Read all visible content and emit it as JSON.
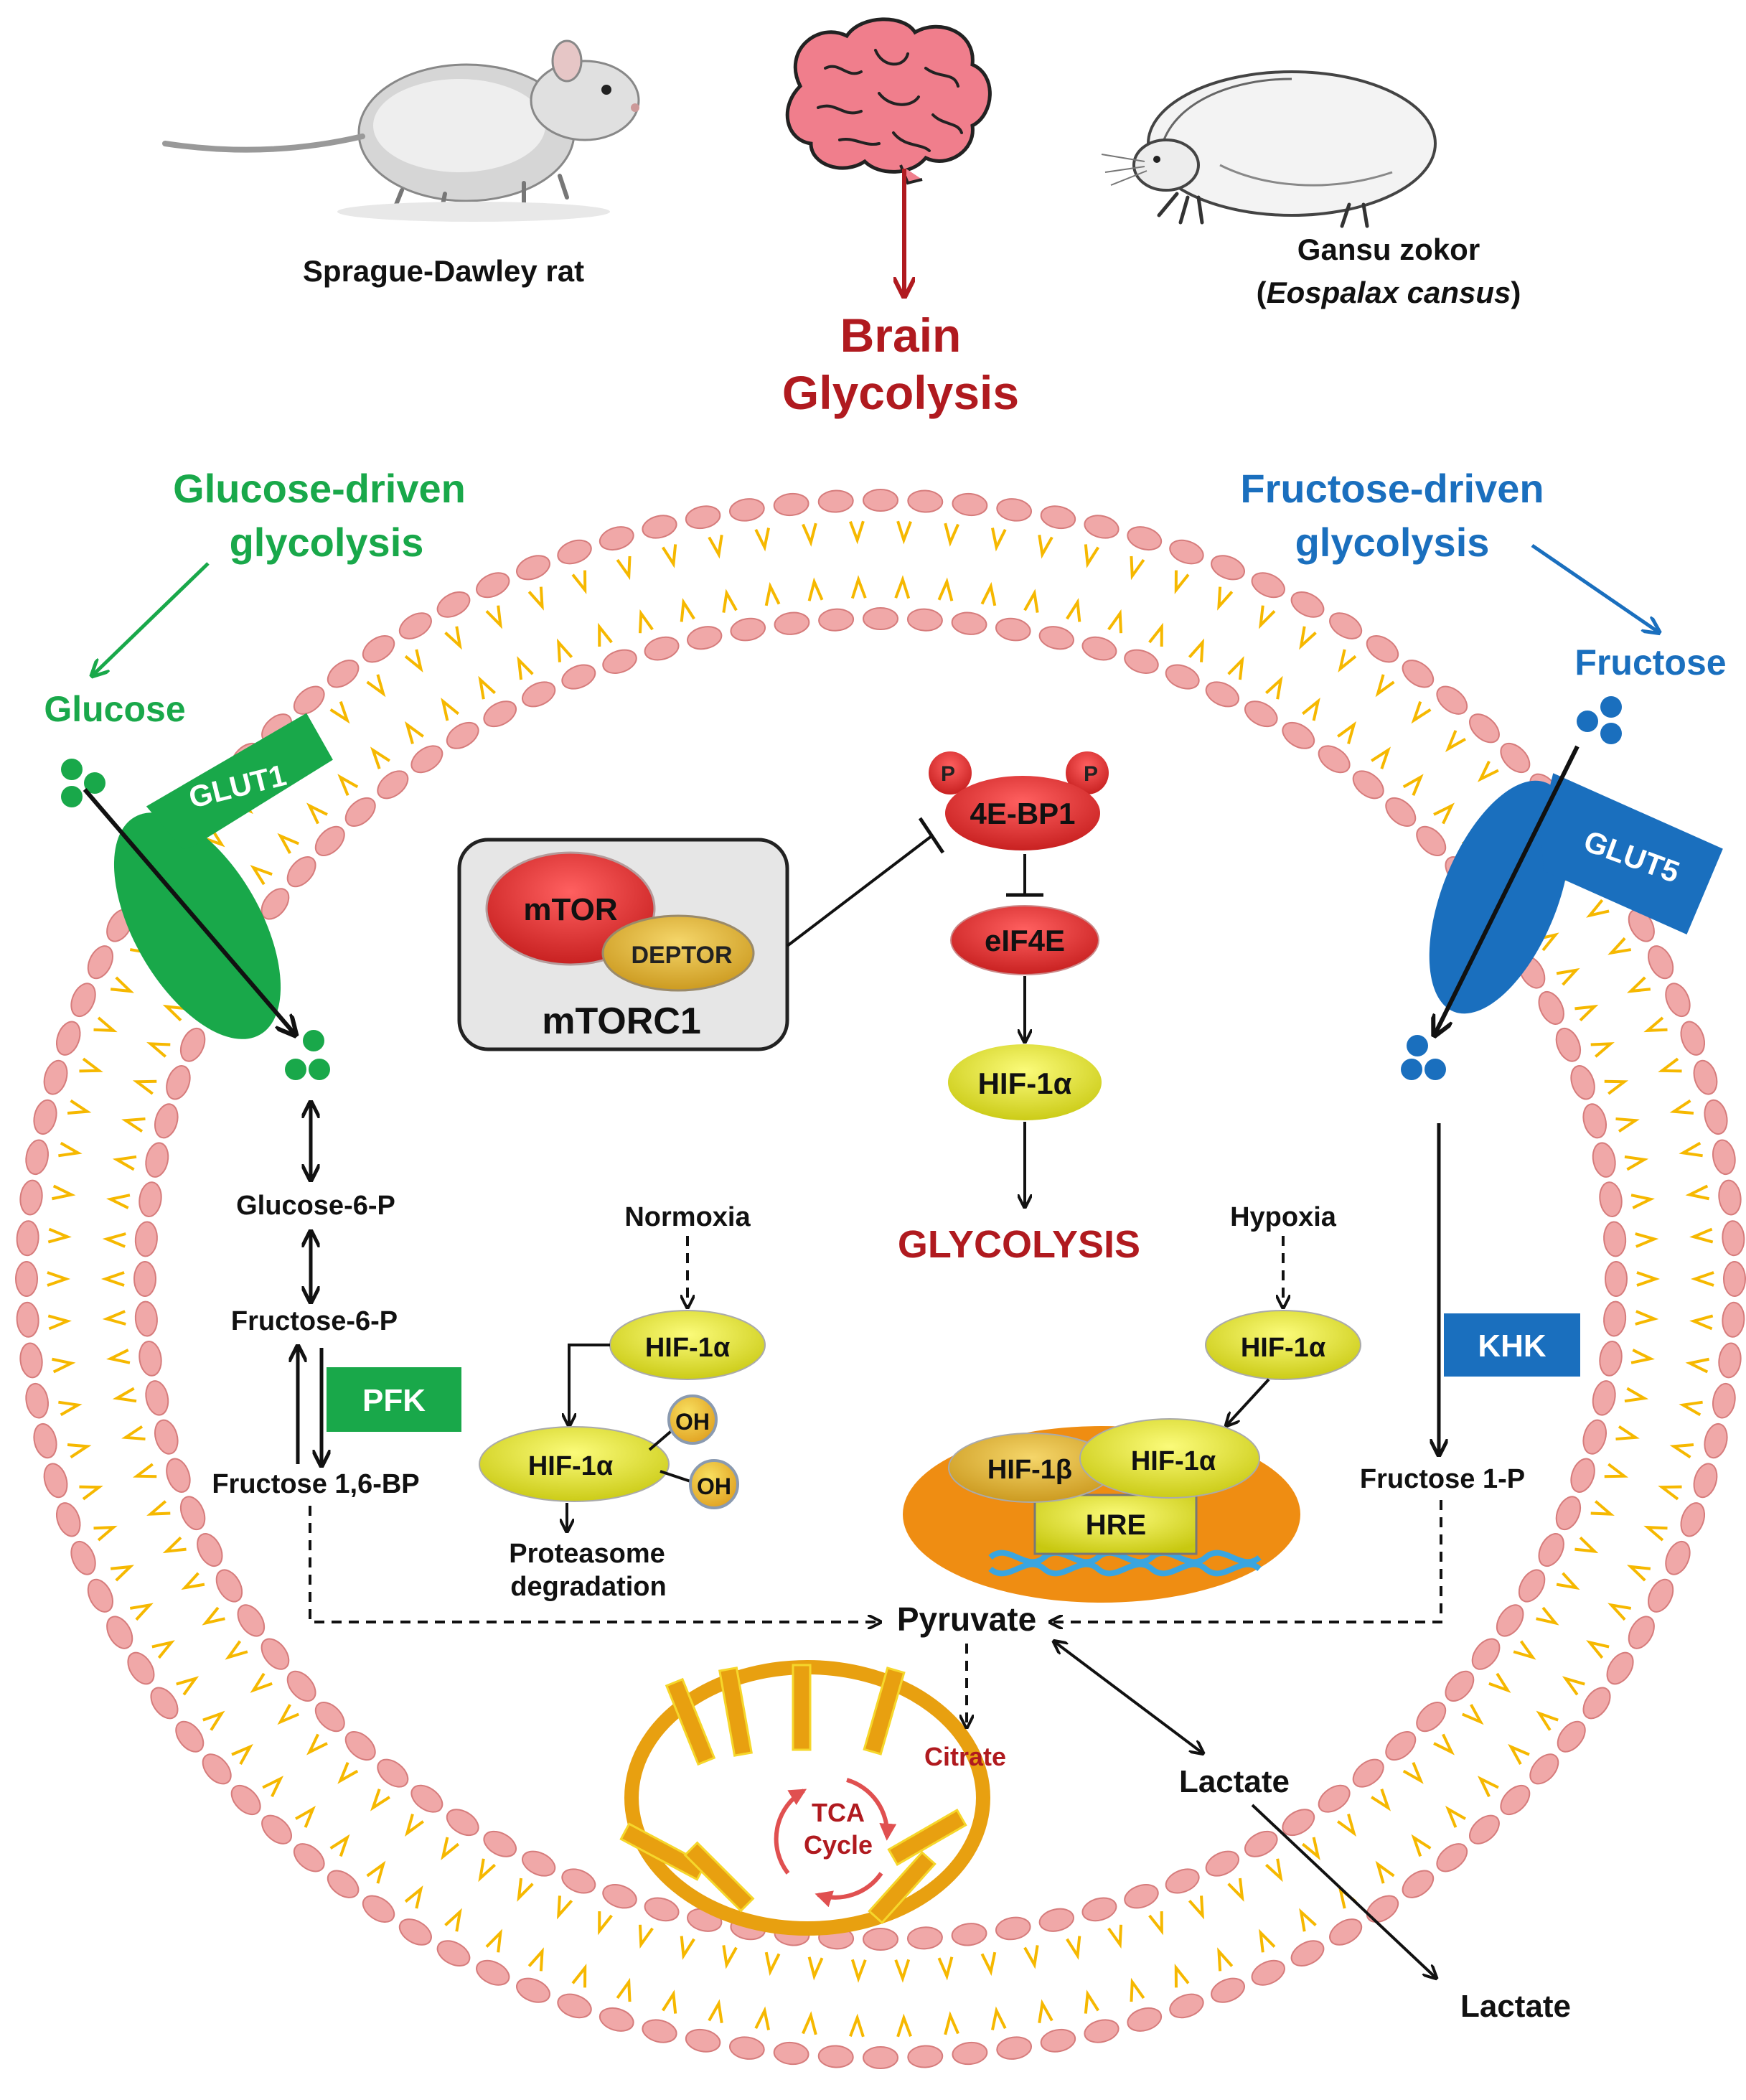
{
  "header": {
    "left_animal": "Sprague-Dawley rat",
    "right_animal_line1": "Gansu zokor",
    "right_animal_open": "(",
    "right_animal_species": "Eospalax cansus",
    "right_animal_close": ")",
    "title_line1": "Brain",
    "title_line2": "Glycolysis"
  },
  "glucose_side": {
    "heading_line1": "Glucose-driven",
    "heading_line2": "glycolysis",
    "substrate": "Glucose",
    "transporter": "GLUT1",
    "step1": "Glucose-6-P",
    "step2": "Fructose-6-P",
    "enzyme": "PFK",
    "step3": "Fructose 1,6-BP"
  },
  "fructose_side": {
    "heading_line1": "Fructose-driven",
    "heading_line2": "glycolysis",
    "substrate": "Fructose",
    "transporter": "GLUT5",
    "enzyme": "KHK",
    "step1": "Fructose 1-P"
  },
  "mtor_pathway": {
    "mtor": "mTOR",
    "deptor": "DEPTOR",
    "complex": "mTORC1",
    "bp1": "4E-BP1",
    "phospho": "P",
    "eif4e": "eIF4E",
    "hif": "HIF-1α",
    "output": "GLYCOLYSIS"
  },
  "normoxia": {
    "label": "Normoxia",
    "hif": "HIF-1α",
    "hif_hydroxylated": "HIF-1α",
    "oh": "OH",
    "fate_line1": "Proteasome",
    "fate_line2": "degradation"
  },
  "hypoxia": {
    "label": "Hypoxia",
    "hif": "HIF-1α",
    "hif_beta": "HIF-1β",
    "hif_alpha": "HIF-1α",
    "hre": "HRE"
  },
  "metabolism": {
    "pyruvate": "Pyruvate",
    "citrate": "Citrate",
    "tca_line1": "TCA",
    "tca_line2": "Cycle",
    "lactate_in": "Lactate",
    "lactate_out": "Lactate"
  },
  "colors": {
    "glucose_green": "#19a84a",
    "fructose_blue": "#1a6fbe",
    "title_red": "#b01a1f",
    "membrane_head": "#f0a8a8",
    "membrane_tail": "#f6b800",
    "mito_orange": "#e8a010",
    "nucleus_orange": "#ef8d12",
    "hif_yellow": "#dfe020",
    "protein_red": "#e43030"
  }
}
